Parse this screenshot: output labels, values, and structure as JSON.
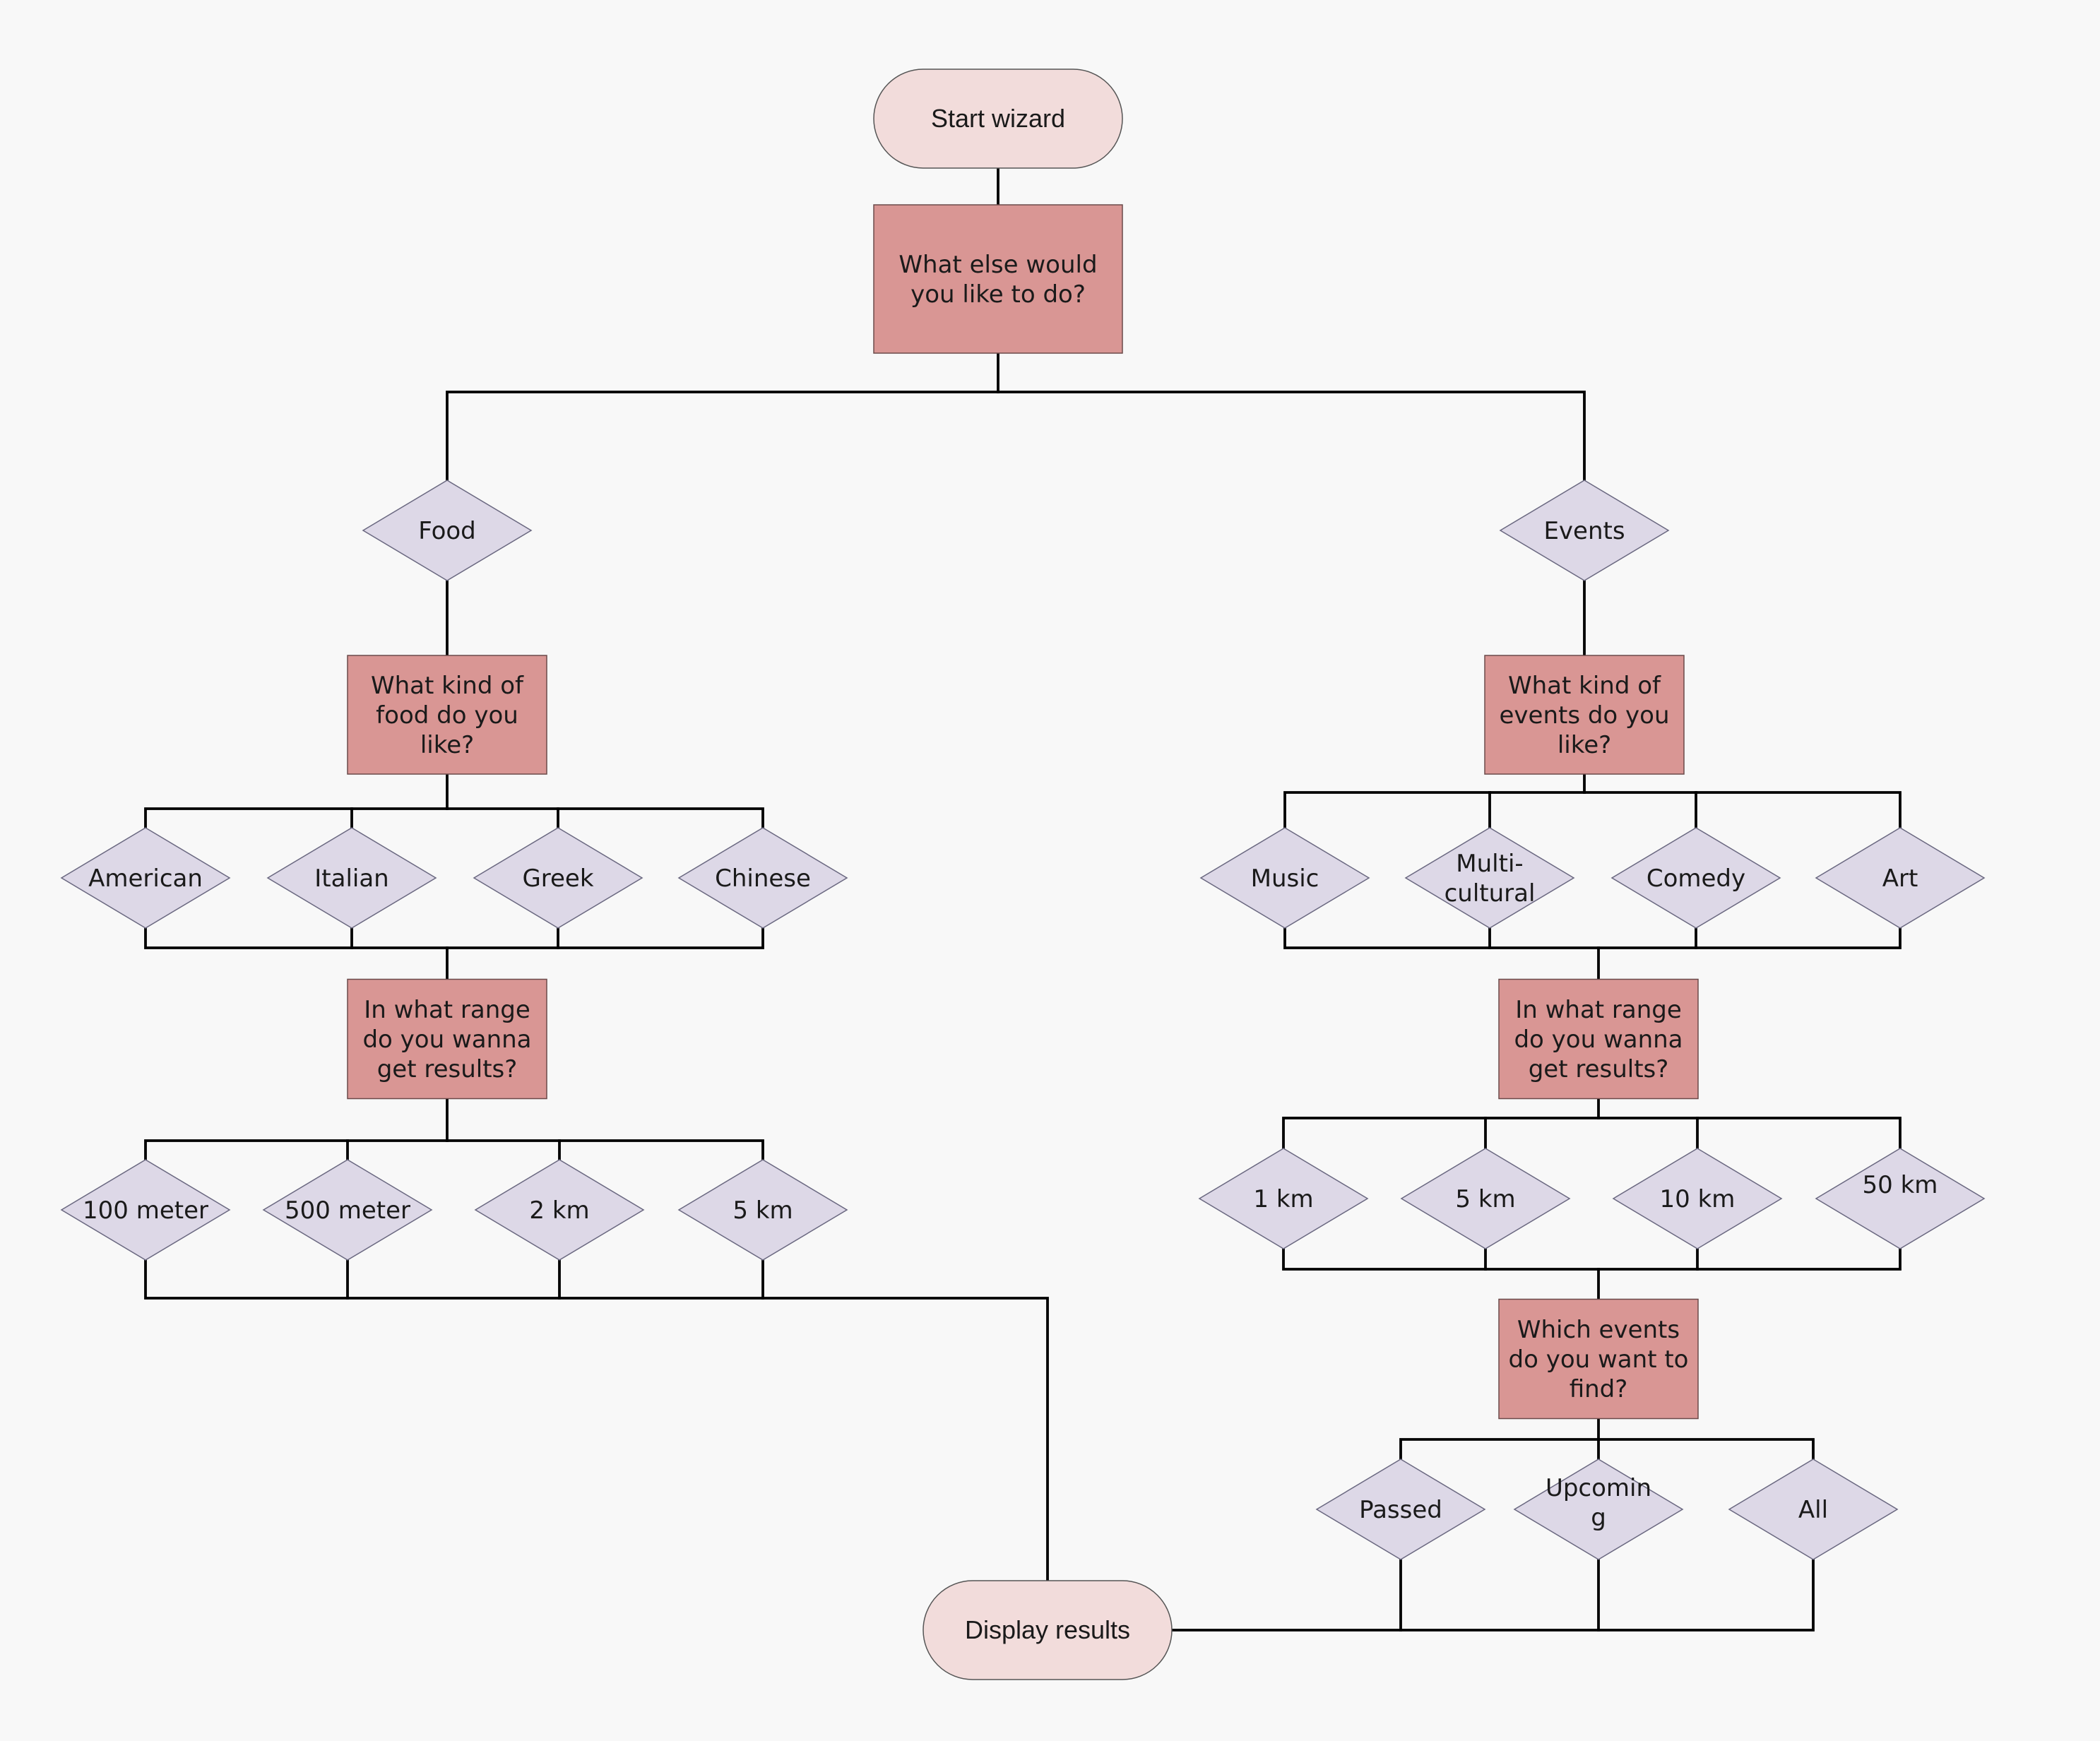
{
  "nodes": {
    "start": {
      "kind": "terminal",
      "lines": [
        "Start wizard"
      ]
    },
    "q_main": {
      "kind": "process",
      "lines": [
        "What else would",
        "you like to do?"
      ]
    },
    "food": {
      "kind": "decision",
      "lines": [
        "Food"
      ]
    },
    "events": {
      "kind": "decision",
      "lines": [
        "Events"
      ]
    },
    "q_food_kind": {
      "kind": "process",
      "lines": [
        "What kind of",
        "food do you",
        "like?"
      ]
    },
    "q_events_kind": {
      "kind": "process",
      "lines": [
        "What kind of",
        "events do you",
        "like?"
      ]
    },
    "american": {
      "kind": "decision",
      "lines": [
        "American"
      ]
    },
    "italian": {
      "kind": "decision",
      "lines": [
        "Italian"
      ]
    },
    "greek": {
      "kind": "decision",
      "lines": [
        "Greek"
      ]
    },
    "chinese": {
      "kind": "decision",
      "lines": [
        "Chinese"
      ]
    },
    "music": {
      "kind": "decision",
      "lines": [
        "Music"
      ]
    },
    "multicultural": {
      "kind": "decision",
      "lines": [
        "Multi-",
        "cultural"
      ]
    },
    "comedy": {
      "kind": "decision",
      "lines": [
        "Comedy"
      ]
    },
    "art": {
      "kind": "decision",
      "lines": [
        "Art"
      ]
    },
    "q_food_range": {
      "kind": "process",
      "lines": [
        "In what range",
        "do you wanna",
        "get results?"
      ]
    },
    "q_events_range": {
      "kind": "process",
      "lines": [
        "In what range",
        "do you wanna",
        "get results?"
      ]
    },
    "r100m": {
      "kind": "decision",
      "lines": [
        "100 meter"
      ]
    },
    "r500m": {
      "kind": "decision",
      "lines": [
        "500 meter"
      ]
    },
    "r2km": {
      "kind": "decision",
      "lines": [
        "2 km"
      ]
    },
    "r5km_food": {
      "kind": "decision",
      "lines": [
        "5 km"
      ]
    },
    "r1km": {
      "kind": "decision",
      "lines": [
        "1 km"
      ]
    },
    "r5km_events": {
      "kind": "decision",
      "lines": [
        "5 km"
      ]
    },
    "r10km": {
      "kind": "decision",
      "lines": [
        "10 km"
      ]
    },
    "r50km": {
      "kind": "decision",
      "lines": [
        "50 km"
      ]
    },
    "q_which_events": {
      "kind": "process",
      "lines": [
        "Which events",
        "do you want to",
        "find?"
      ]
    },
    "passed": {
      "kind": "decision",
      "lines": [
        "Passed"
      ]
    },
    "upcoming": {
      "kind": "decision",
      "lines": [
        "Upcomin",
        "g"
      ]
    },
    "all": {
      "kind": "decision",
      "lines": [
        "All"
      ]
    },
    "display": {
      "kind": "terminal",
      "lines": [
        "Display results"
      ]
    }
  },
  "colors": {
    "background": "#f8f8f8",
    "terminal_fill": "#f2dcdb",
    "process_fill": "#d99694",
    "decision_fill": "#ddd8e7",
    "connector": "#000000"
  }
}
